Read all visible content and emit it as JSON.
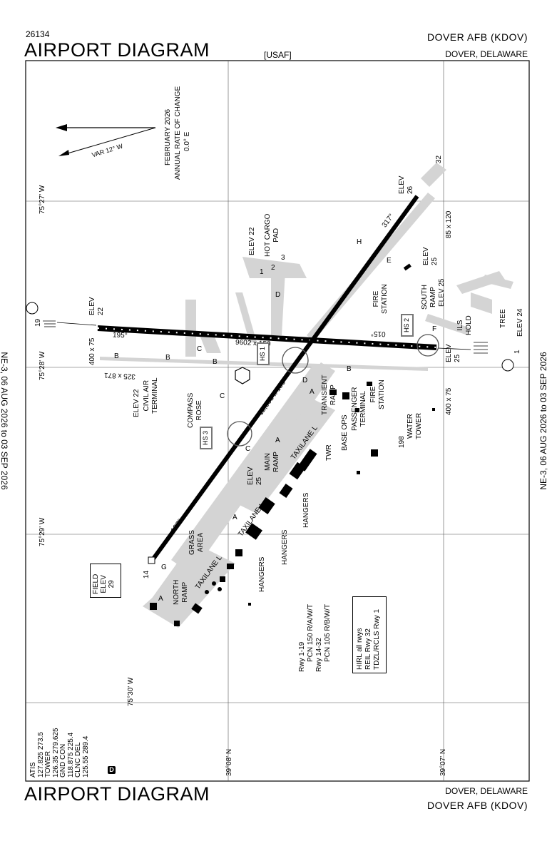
{
  "header": {
    "chart_number": "26134",
    "title": "AIRPORT DIAGRAM",
    "authority": "[USAF]",
    "airport_name": "DOVER AFB  (KDOV)",
    "location": "DOVER, DELAWARE"
  },
  "footer": {
    "title": "AIRPORT DIAGRAM",
    "location": "DOVER, DELAWARE",
    "airport_name": "DOVER AFB  (KDOV)"
  },
  "side_labels": {
    "left": "NE-3, 06 AUG 2026  to  03 SEP 2026",
    "right": "NE-3, 06 AUG 2026  to  03 SEP 2026"
  },
  "coordinates": {
    "lon_27": "75°27' W",
    "lon_28": "75°28' W",
    "lon_29": "75°29' W",
    "lon_30": "75°30' W",
    "lat_08": "39°08' N",
    "lat_07": "39°07' N"
  },
  "magnetic": {
    "var_label": "VAR 12° W",
    "date": "FEBRUARY 2026",
    "rate_title": "ANNUAL RATE OF CHANGE",
    "rate_value": "0.0° E"
  },
  "comms": {
    "lines": [
      "ATIS",
      "127.825  273.5",
      "TOWER",
      "126.35  279.625",
      "GND CON",
      "118.875  225.4",
      "CLNC DEL",
      "125.55  289.4"
    ],
    "badge": "D"
  },
  "runways": {
    "rwy_1_19": {
      "end_1": "1",
      "end_19": "19",
      "dims": "9602 x 150",
      "heading_1": "015°",
      "heading_19": "195°"
    },
    "rwy_14_32": {
      "end_14": "14",
      "end_32": "32",
      "dims": "12,903 x 150",
      "heading_14": "137°",
      "heading_32": "317°"
    },
    "stopways": {
      "s19": "400 x 75",
      "s1": "400 x 75",
      "s32": "85 x 120",
      "s_a": "325 x 871"
    }
  },
  "elevations": {
    "e19": "ELEV\n22",
    "e26": "ELEV\n26",
    "e25a": "ELEV\n25",
    "e25b": "ELEV\n25",
    "e22_civil": "ELEV 22",
    "e22_cargo": "ELEV 22",
    "e25_south": "ELEV 25",
    "e25_main": "ELEV\n25",
    "field_elev": [
      "FIELD",
      "ELEV",
      "29"
    ]
  },
  "hotspots": [
    "HS 1",
    "HS 2",
    "HS 3"
  ],
  "labels": {
    "hot_cargo": "HOT CARGO\nPAD",
    "fire_station_1": "FIRE\nSTATION",
    "fire_station_2": "FIRE\nSTATION",
    "south_ramp": "SOUTH\nRAMP",
    "ils_hold": "ILS\nHOLD",
    "tree": "TREE",
    "tree_elev": "ELEV 24",
    "civil_air": "CIVIL AIR\nTERMINAL",
    "compass_rose": "COMPASS\nROSE",
    "transient_ramp": "TRANSIENT\nRAMP",
    "base_ops": "BASE OPS",
    "passenger_terminal": "PASSENGER\nTERMINAL",
    "water_tower": "WATER\nTOWER",
    "water_tower_elev": "198",
    "twr": "TWR",
    "main_ramp": "MAIN\nRAMP",
    "taxilane_l": "TAXILANE L",
    "hangers": "HANGERS",
    "grass_area": "GRASS\nAREA",
    "north_ramp": "NORTH\nRAMP"
  },
  "taxiways": [
    "A",
    "B",
    "C",
    "D",
    "E",
    "F",
    "G",
    "H",
    "1",
    "2",
    "3"
  ],
  "pcn": {
    "rwy_1_19_label": "Rwy 1-19",
    "rwy_1_19": "PCN 150 R/A/W/T",
    "rwy_14_32_label": "Rwy 14-32",
    "rwy_14_32": "PCN 105 R/B/W/T"
  },
  "lighting": [
    "HIRL all rwys",
    "REIL Rwy 32",
    "TDZL/RCLS Rwy 1"
  ],
  "colors": {
    "taxiway_fill": "#d4d4d4",
    "runway": "#000000",
    "frame": "#000000"
  }
}
